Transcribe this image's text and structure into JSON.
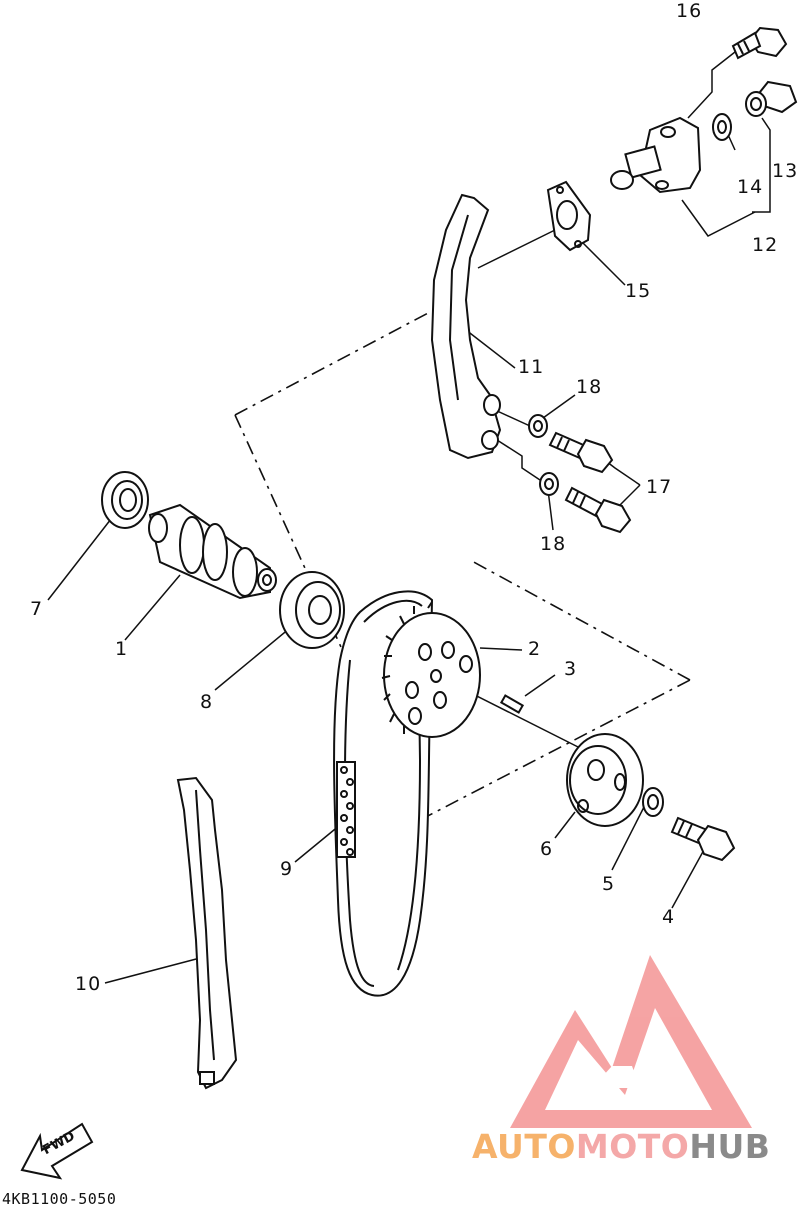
{
  "diagram": {
    "part_code": "4KB1100-5050",
    "direction_label": "FWD",
    "callouts": [
      {
        "id": "16",
        "text": "16"
      },
      {
        "id": "13",
        "text": "13"
      },
      {
        "id": "14",
        "text": "14"
      },
      {
        "id": "12",
        "text": "12"
      },
      {
        "id": "15",
        "text": "15"
      },
      {
        "id": "11",
        "text": "11"
      },
      {
        "id": "18a",
        "text": "18"
      },
      {
        "id": "17",
        "text": "17"
      },
      {
        "id": "18b",
        "text": "18"
      },
      {
        "id": "7",
        "text": "7"
      },
      {
        "id": "1",
        "text": "1"
      },
      {
        "id": "2",
        "text": "2"
      },
      {
        "id": "3",
        "text": "3"
      },
      {
        "id": "8",
        "text": "8"
      },
      {
        "id": "6",
        "text": "6"
      },
      {
        "id": "5",
        "text": "5"
      },
      {
        "id": "4",
        "text": "4"
      },
      {
        "id": "9",
        "text": "9"
      },
      {
        "id": "10",
        "text": "10"
      }
    ]
  },
  "watermark": {
    "parts": [
      {
        "text": "AUTO",
        "color": "#f6b26b"
      },
      {
        "text": "MOTO",
        "color": "#f4a8a8"
      },
      {
        "text": "HUB",
        "color": "#8a8a8a"
      }
    ],
    "logo_color": "#f49a9a"
  }
}
